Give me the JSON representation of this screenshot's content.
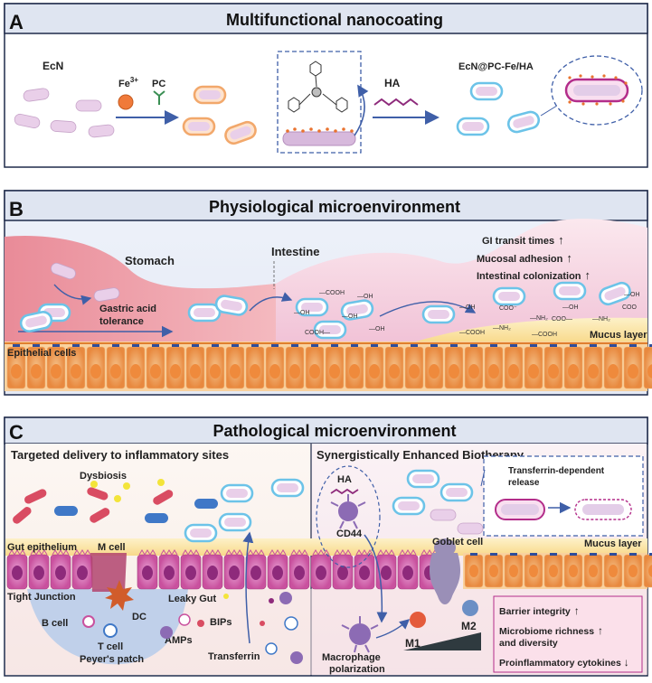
{
  "panelA": {
    "letter": "A",
    "title": "Multifunctional nanocoating",
    "labels": {
      "ecn": "EcN",
      "fe": "Fe",
      "fe_sup": "3+",
      "pc": "PC",
      "ha": "HA",
      "product": "EcN@PC-Fe/HA"
    }
  },
  "panelB": {
    "letter": "B",
    "title": "Physiological microenvironment",
    "labels": {
      "stomach": "Stomach",
      "intestine": "Intestine",
      "gastric1": "Gastric acid",
      "gastric2": "tolerance",
      "gi": "GI transit times",
      "adhesion": "Mucosal adhesion",
      "colonization": "Intestinal colonization",
      "mucus": "Mucus layer",
      "epithelial": "Epithelial cells",
      "cooh": "COOH",
      "oh": "OH",
      "coo": "COO",
      "nh2": "NH₂"
    }
  },
  "panelC": {
    "letter": "C",
    "title": "Pathological microenvironment",
    "left_title": "Targeted delivery to inflammatory sites",
    "right_title": "Synergistically Enhanced Biotherapy",
    "labels": {
      "dysbiosis": "Dysbiosis",
      "gut_epithelium": "Gut epithelium",
      "m_cell": "M cell",
      "tight_junction": "Tight Junction",
      "dc": "DC",
      "b_cell": "B cell",
      "t_cell": "T cell",
      "peyers": "Peyer's patch",
      "leaky_gut": "Leaky Gut",
      "bips": "BIPs",
      "amps": "AMPs",
      "transferrin": "Transferrin",
      "ha": "HA",
      "cd44": "CD44",
      "macrophage1": "Macrophage",
      "macrophage2": "polarization",
      "m1": "M1",
      "m2": "M2",
      "goblet": "Goblet cell",
      "mucus": "Mucus layer",
      "tf_release1": "Transferrin-dependent",
      "tf_release2": "release",
      "barrier": "Barrier integrity",
      "microbiome1": "Microbiome richness",
      "microbiome2": "and diversity",
      "cytokines": "Proinflammatory cytokines"
    }
  },
  "colors": {
    "panel_border": "#1f2a4a",
    "header_fill": "#dfe5f1",
    "bacteria": "#e7c7e7",
    "coating_blue": "#6cc3e8",
    "coating_orange": "#f2a86b",
    "villus": "#c9519e",
    "epithelial": "#f7a964",
    "arrow": "#3f5fa8"
  }
}
